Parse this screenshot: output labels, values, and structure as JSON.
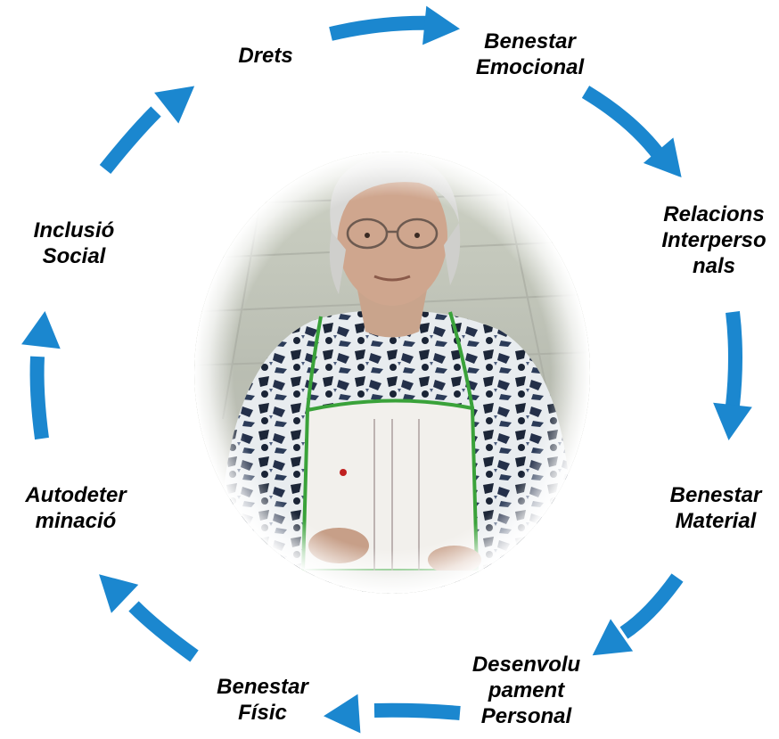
{
  "colors": {
    "arrow": "#1b87cf",
    "text": "#000000",
    "background": "#ffffff"
  },
  "center": {
    "image": "photo-elderly-woman-in-apron"
  },
  "cycle": {
    "nodes": [
      {
        "id": "drets",
        "lines": [
          "Drets"
        ]
      },
      {
        "id": "benestar-emocional",
        "lines": [
          "Benestar",
          "Emocional"
        ]
      },
      {
        "id": "relacions-interpersonals",
        "lines": [
          "Relacions",
          "Interperso",
          "nals"
        ]
      },
      {
        "id": "benestar-material",
        "lines": [
          "Benestar",
          "Material"
        ]
      },
      {
        "id": "desenvolupament-personal",
        "lines": [
          "Desenvolu",
          "pament",
          "Personal"
        ]
      },
      {
        "id": "benestar-fisic",
        "lines": [
          "Benestar",
          "Físic"
        ]
      },
      {
        "id": "autodeterminacio",
        "lines": [
          "Autodeter",
          "minació"
        ]
      },
      {
        "id": "inclusio-social",
        "lines": [
          "Inclusió",
          "Social"
        ]
      }
    ],
    "arrow_count": 8
  }
}
